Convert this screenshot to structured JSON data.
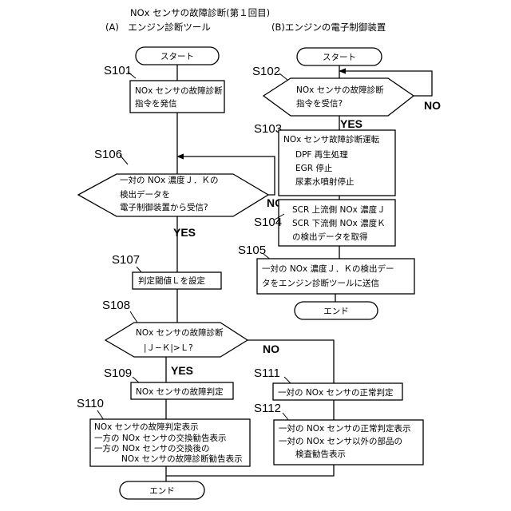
{
  "title": "NOx センサの故障診断(第１回目)",
  "col_a": "(A)　エンジン診断ツール",
  "col_b": "(B)エンジンの電子制御装置",
  "start_a": "スタート",
  "start_b": "スタート",
  "end_b": "エンド",
  "end_a": "エンド",
  "yes": "YES",
  "no": "NO",
  "steps": {
    "s101": {
      "label": "S101",
      "lines": [
        "NOx センサの故障診断",
        "指令を発信"
      ]
    },
    "s102": {
      "label": "S102",
      "lines": [
        "NOx センサの故障診断",
        "指令を受信?"
      ]
    },
    "s103": {
      "label": "S103",
      "lines": [
        "NOx センサ故障診断運転",
        "DPF 再生処理",
        "EGR 停止",
        "尿素水噴射停止"
      ]
    },
    "s104": {
      "label": "S104",
      "lines": [
        "SCR 上流側 NOx 濃度Ｊ",
        "SCR 下流側 NOx 濃度Ｋ",
        "の検出データを取得"
      ]
    },
    "s105": {
      "label": "S105",
      "lines": [
        "一対の NOx 濃度Ｊ．Ｋの検出デー",
        "タをエンジン診断ツールに送信"
      ]
    },
    "s106": {
      "label": "S106",
      "lines": [
        "一対の NOx 濃度Ｊ．Ｋの",
        "検出データを",
        "電子制御装置から受信?"
      ]
    },
    "s107": {
      "label": "S107",
      "lines": [
        "判定閾値Ｌを設定"
      ]
    },
    "s108": {
      "label": "S108",
      "lines": [
        "NOx センサの故障診断",
        "|Ｊ−Ｋ|>Ｌ?"
      ]
    },
    "s109": {
      "label": "S109",
      "lines": [
        "NOx センサの故障判定"
      ]
    },
    "s110": {
      "label": "S110",
      "lines": [
        "NOx センサの故障判定表示",
        "一方の NOx センサの交換勧告表示",
        "一方の NOx センサの交換後の",
        "NOx センサの故障診断勧告表示"
      ]
    },
    "s111": {
      "label": "S111",
      "lines": [
        "一対の NOx センサの正常判定"
      ]
    },
    "s112": {
      "label": "S112",
      "lines": [
        "一対の NOx センサの正常判定表示",
        "一対の NOx センサ以外の部品の",
        "検査勧告表示"
      ]
    }
  }
}
